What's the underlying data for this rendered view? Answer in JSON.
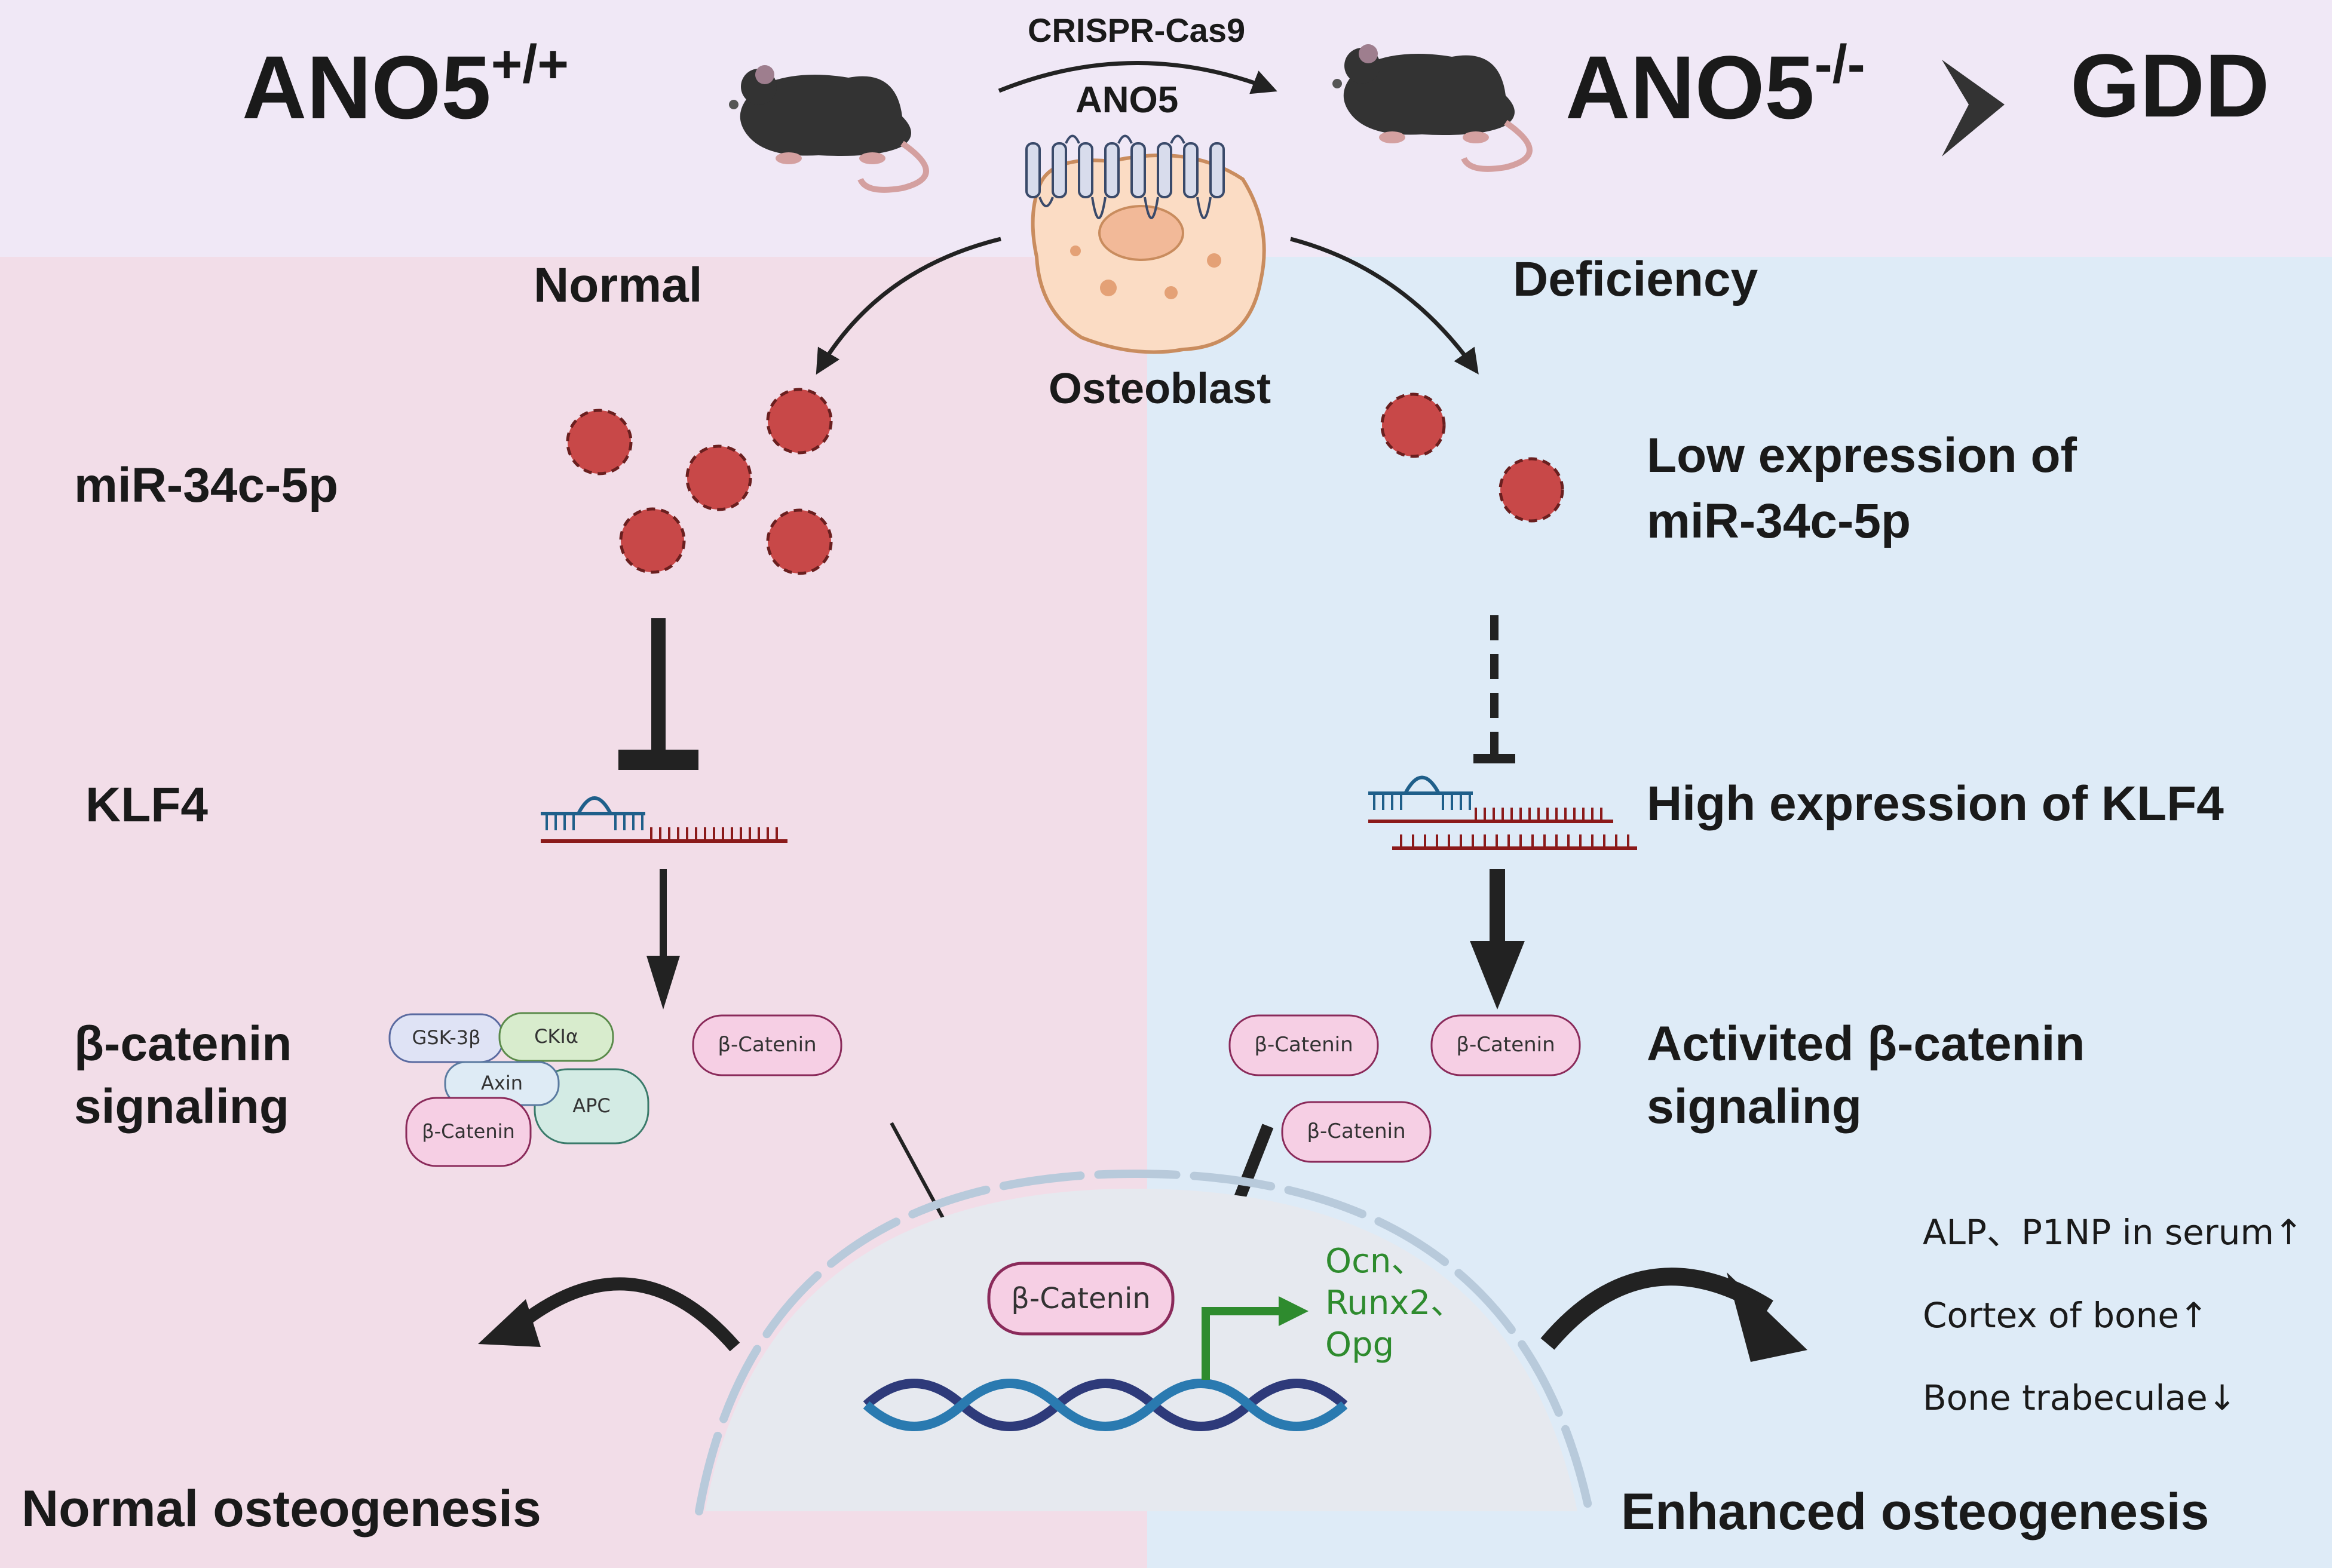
{
  "header": {
    "wildtype_label": "ANO5",
    "wildtype_sup": "+/+",
    "knockout_label": "ANO5",
    "knockout_sup": "-/-",
    "method_label": "CRISPR-Cas9",
    "gene_label": "ANO5",
    "disease_label": "GDD"
  },
  "cell": {
    "label": "Osteoblast"
  },
  "left_panel": {
    "title": "Normal",
    "mirna_label": "miR-34c-5p",
    "klf4_label": "KLF4",
    "signaling_line1": "β-catenin",
    "signaling_line2": "signaling",
    "complex": {
      "gsk": "GSK-3β",
      "ck": "CKIα",
      "axin": "Axin",
      "apc": "APC",
      "bcat": "β-Catenin"
    },
    "free_bcat": "β-Catenin",
    "outcome": "Normal osteogenesis"
  },
  "right_panel": {
    "title": "Deficiency",
    "mirna_line1": "Low expression of",
    "mirna_line2": "miR-34c-5p",
    "klf4_label": "High expression of KLF4",
    "bcat1": "β-Catenin",
    "bcat2": "β-Catenin",
    "bcat3": "β-Catenin",
    "signaling_line1": "Activited β-catenin",
    "signaling_line2": "signaling",
    "effects": [
      "ALP、P1NP in serum↑",
      "Cortex of bone↑",
      "Bone trabeculae↓"
    ],
    "outcome": "Enhanced osteogenesis"
  },
  "nucleus": {
    "bcat": "β-Catenin",
    "targets": [
      "Ocn、",
      "Runx2、",
      "Opg"
    ]
  },
  "colors": {
    "header_bg": "#f0e8f6",
    "left_bg": "#f2dde8",
    "right_bg": "#deebf7",
    "mirna_red": "#c84848",
    "bcat_pill": "#f6cfe4",
    "target_green": "#2e8b2e"
  }
}
